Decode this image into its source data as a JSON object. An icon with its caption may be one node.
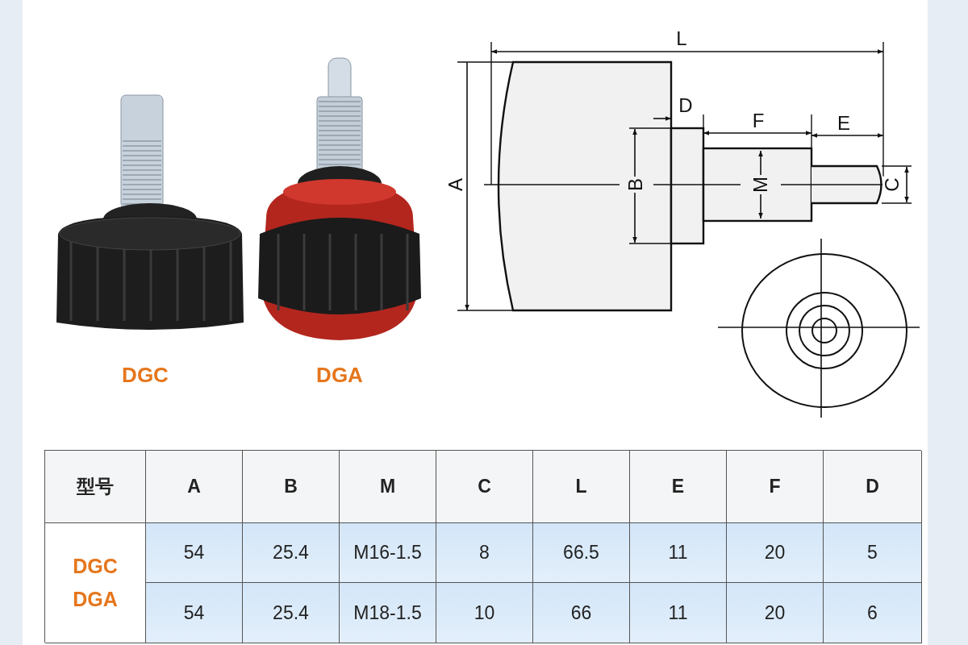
{
  "diagram": {
    "labels": [
      "DGC",
      "DGA",
      "L",
      "D",
      "F",
      "E",
      "A",
      "B",
      "M",
      "C",
      "型号",
      "A",
      "B",
      "M",
      "C",
      "L",
      "E",
      "F",
      "D",
      "DGC",
      "DGA",
      "54",
      "25.4",
      "M16-1.5",
      "8",
      "66.5",
      "11",
      "20",
      "5",
      "54",
      "25.4",
      "M18-1.5",
      "10",
      "66",
      "11",
      "20",
      "6"
    ]
  }
}
